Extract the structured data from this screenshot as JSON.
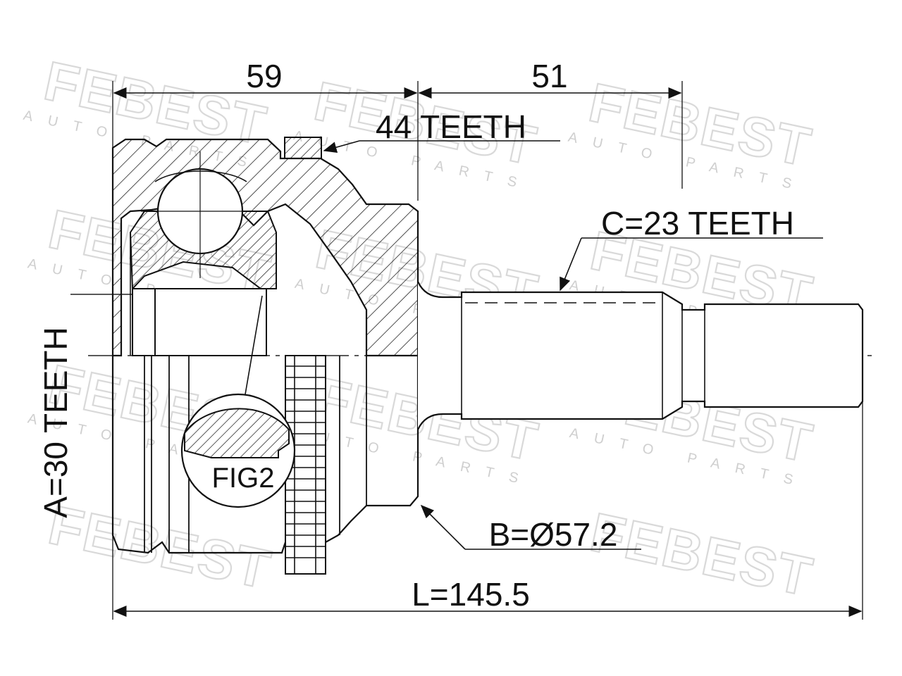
{
  "watermark": {
    "brand": "FEBEST",
    "tagline": "AUTO PARTS"
  },
  "dimensions": {
    "housing_length": "59",
    "shaft_length": "51",
    "total_length": "L=145.5"
  },
  "callouts": {
    "abs_ring_teeth": "44 TEETH",
    "outer_spline": "C=23 TEETH",
    "inner_spline": "A=30 TEETH",
    "seal_diameter": "B=Ø57.2",
    "detail_label": "FIG2"
  }
}
